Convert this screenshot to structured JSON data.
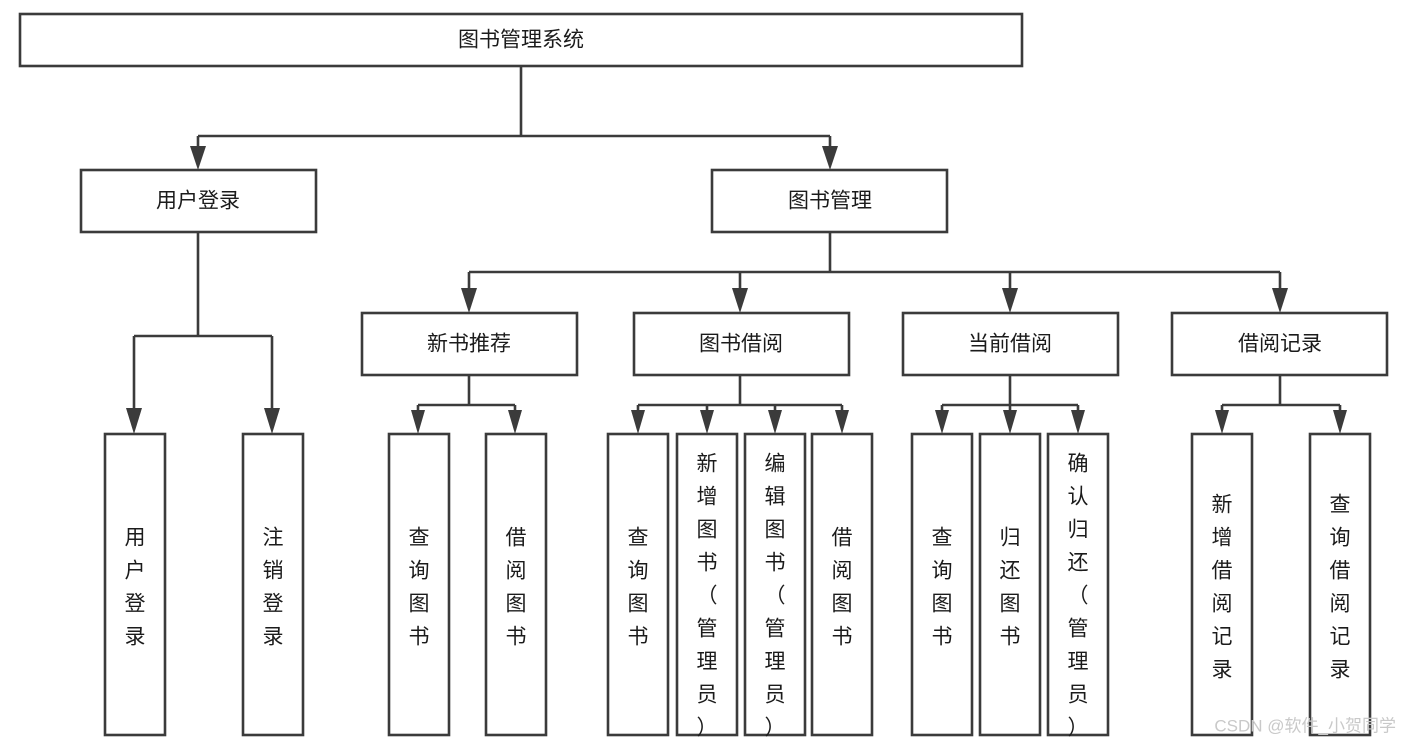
{
  "diagram": {
    "type": "tree-hierarchy",
    "orientation": "top-down",
    "title": "图书管理系统",
    "background_color": "#ffffff",
    "stroke_color": "#3b3b3b",
    "text_color": "#1b1b1b",
    "levels": [
      {
        "level": 1,
        "nodes": [
          {
            "id": "root",
            "label": "图书管理系统",
            "text_orientation": "horizontal"
          }
        ]
      },
      {
        "level": 2,
        "nodes": [
          {
            "id": "user-login",
            "label": "用户登录",
            "text_orientation": "horizontal"
          },
          {
            "id": "book-manage",
            "label": "图书管理",
            "text_orientation": "horizontal"
          }
        ]
      },
      {
        "level": 3,
        "nodes": [
          {
            "id": "new-book-recommend",
            "label": "新书推荐",
            "text_orientation": "horizontal"
          },
          {
            "id": "book-borrow",
            "label": "图书借阅",
            "text_orientation": "horizontal"
          },
          {
            "id": "current-borrow",
            "label": "当前借阅",
            "text_orientation": "horizontal"
          },
          {
            "id": "borrow-record",
            "label": "借阅记录",
            "text_orientation": "horizontal"
          }
        ]
      },
      {
        "level": 4,
        "nodes": [
          {
            "id": "leaf-user-login",
            "label": "用户登录",
            "text_orientation": "vertical",
            "parent": "user-login"
          },
          {
            "id": "leaf-user-logout",
            "label": "注销登录",
            "text_orientation": "vertical",
            "parent": "user-login"
          },
          {
            "id": "leaf-query-book-1",
            "label": "查询图书",
            "text_orientation": "vertical",
            "parent": "new-book-recommend"
          },
          {
            "id": "leaf-borrow-book-1",
            "label": "借阅图书",
            "text_orientation": "vertical",
            "parent": "new-book-recommend"
          },
          {
            "id": "leaf-query-book-2",
            "label": "查询图书",
            "text_orientation": "vertical",
            "parent": "book-borrow"
          },
          {
            "id": "leaf-add-book",
            "label": "新增图书（管理员）",
            "text_orientation": "vertical",
            "parent": "book-borrow"
          },
          {
            "id": "leaf-edit-book",
            "label": "编辑图书（管理员）",
            "text_orientation": "vertical",
            "parent": "book-borrow"
          },
          {
            "id": "leaf-borrow-book-2",
            "label": "借阅图书",
            "text_orientation": "vertical",
            "parent": "book-borrow"
          },
          {
            "id": "leaf-query-book-3",
            "label": "查询图书",
            "text_orientation": "vertical",
            "parent": "current-borrow"
          },
          {
            "id": "leaf-return-book",
            "label": "归还图书",
            "text_orientation": "vertical",
            "parent": "current-borrow"
          },
          {
            "id": "leaf-confirm-return",
            "label": "确认归还（管理员）",
            "text_orientation": "vertical",
            "parent": "current-borrow"
          },
          {
            "id": "leaf-add-record",
            "label": "新增借阅记录",
            "text_orientation": "vertical",
            "parent": "borrow-record"
          },
          {
            "id": "leaf-query-record",
            "label": "查询借阅记录",
            "text_orientation": "vertical",
            "parent": "borrow-record"
          }
        ]
      }
    ]
  },
  "watermark": {
    "text": "CSDN @软件_小贺同学",
    "color": "#c9c9c9"
  }
}
